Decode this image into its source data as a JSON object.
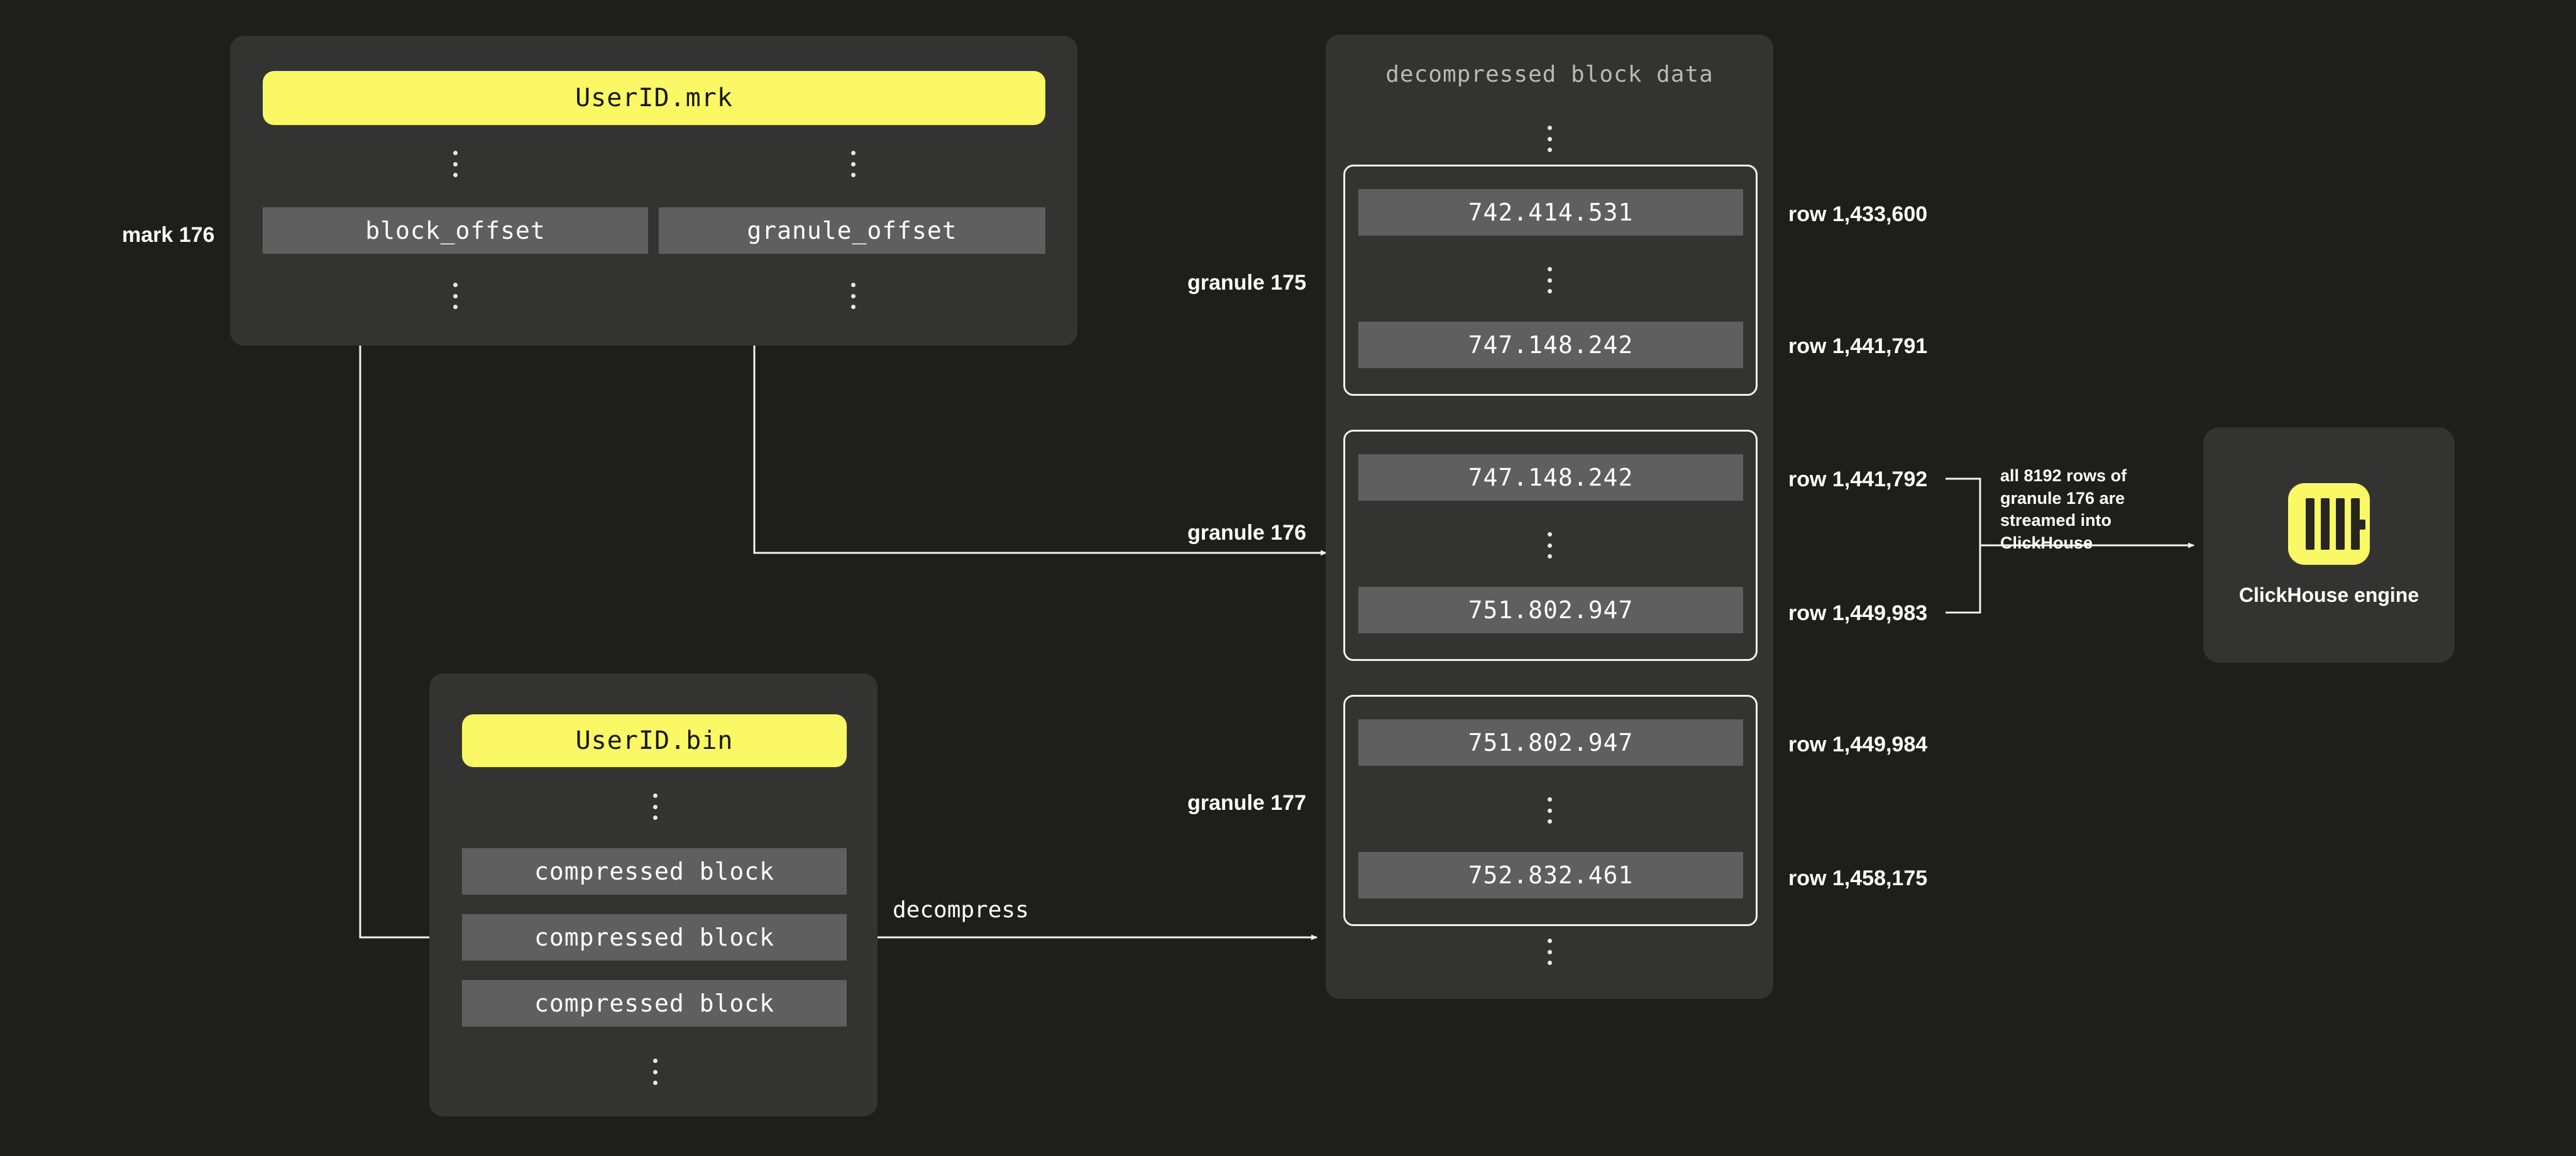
{
  "diagram": {
    "title": "ClickHouse mark file / compressed block / granule streaming",
    "colors": {
      "background": "#1e1f1b",
      "panel": "#333432",
      "accent_yellow": "#faf864",
      "cell_gray": "#5e5f5e",
      "stroke_white": "#f2f2ee"
    }
  },
  "mark_file": {
    "mark_label": "mark 176",
    "file_name": "UserID.mrk",
    "columns": [
      {
        "name": "block_offset"
      },
      {
        "name": "granule_offset"
      }
    ]
  },
  "bin_file": {
    "file_name": "UserID.bin",
    "blocks": [
      {
        "label": "compressed block"
      },
      {
        "label": "compressed block"
      },
      {
        "label": "compressed block"
      }
    ]
  },
  "decompressed": {
    "title": "decompressed block data",
    "decompress_label": "decompress",
    "granules": [
      {
        "name": "granule 175",
        "first_value": "742.414.531",
        "last_value": "747.148.242",
        "first_row": "row 1,433,600",
        "last_row": "row 1,441,791"
      },
      {
        "name": "granule 176",
        "first_value": "747.148.242",
        "last_value": "751.802.947",
        "first_row": "row 1,441,792",
        "last_row": "row 1,449,983"
      },
      {
        "name": "granule 177",
        "first_value": "751.802.947",
        "last_value": "752.832.461",
        "first_row": "row 1,449,984",
        "last_row": "row 1,458,175"
      }
    ]
  },
  "stream_note": "all 8192 rows of granule 176 are streamed into ClickHouse",
  "engine": {
    "caption": "ClickHouse engine",
    "logo_name": "clickhouse-logo-icon"
  }
}
